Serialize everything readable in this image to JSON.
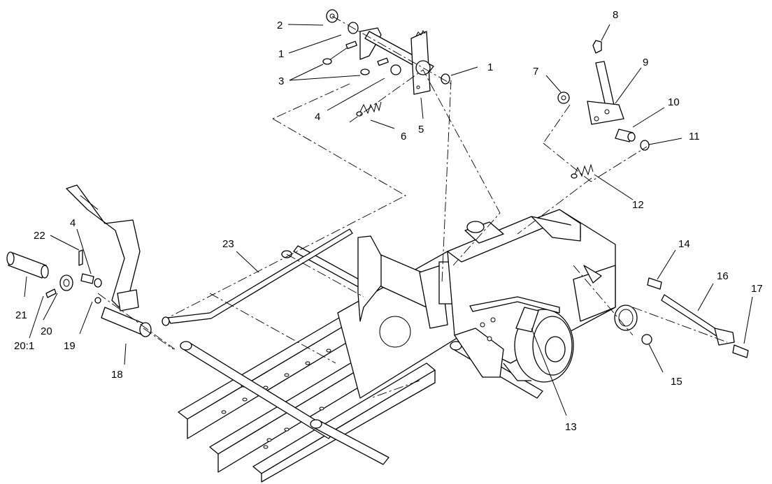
{
  "callouts": [
    "1",
    "2",
    "3",
    "4",
    "5",
    "6",
    "7",
    "8",
    "9",
    "10",
    "11",
    "12",
    "13",
    "14",
    "15",
    "16",
    "17",
    "18",
    "19",
    "20",
    "20:1",
    "21",
    "22",
    "23"
  ],
  "labels": [
    {
      "id": "c2",
      "text": "2"
    },
    {
      "id": "c1a",
      "text": "1"
    },
    {
      "id": "c3",
      "text": "3"
    },
    {
      "id": "c4a",
      "text": "4"
    },
    {
      "id": "c5",
      "text": "5"
    },
    {
      "id": "c6",
      "text": "6"
    },
    {
      "id": "c1b",
      "text": "1"
    },
    {
      "id": "c7",
      "text": "7"
    },
    {
      "id": "c8",
      "text": "8"
    },
    {
      "id": "c9",
      "text": "9"
    },
    {
      "id": "c10",
      "text": "10"
    },
    {
      "id": "c11",
      "text": "11"
    },
    {
      "id": "c12",
      "text": "12"
    },
    {
      "id": "c13",
      "text": "13"
    },
    {
      "id": "c14",
      "text": "14"
    },
    {
      "id": "c15",
      "text": "15"
    },
    {
      "id": "c16",
      "text": "16"
    },
    {
      "id": "c17",
      "text": "17"
    },
    {
      "id": "c18",
      "text": "18"
    },
    {
      "id": "c19",
      "text": "19"
    },
    {
      "id": "c20",
      "text": "20"
    },
    {
      "id": "c20_1",
      "text": "20:1"
    },
    {
      "id": "c21",
      "text": "21"
    },
    {
      "id": "c22",
      "text": "22"
    },
    {
      "id": "c4b",
      "text": "4"
    },
    {
      "id": "c23",
      "text": "23"
    }
  ]
}
